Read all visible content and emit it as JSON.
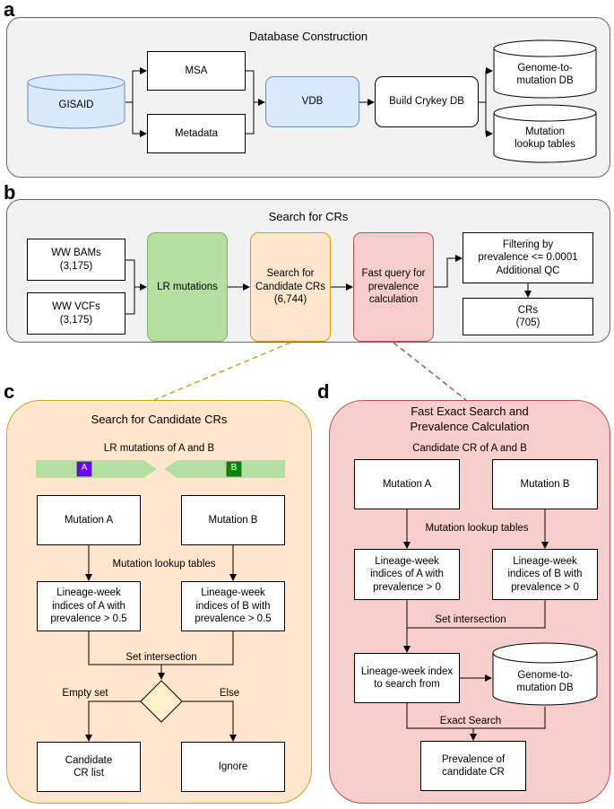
{
  "panel_a": {
    "letter": "a",
    "title": "Database Construction",
    "gisaid": "GISAID",
    "msa": "MSA",
    "metadata": "Metadata",
    "vdb": "VDB",
    "build": "Build Crykey DB",
    "genome_db": "Genome-to-\nmutation DB",
    "lookup": "Mutation\nlookup tables"
  },
  "panel_b": {
    "letter": "b",
    "title": "Search for CRs",
    "ww_bams": "WW BAMs\n(3,175)",
    "ww_vcfs": "WW VCFs\n(3,175)",
    "lr_mutations": "LR mutations",
    "search_candidates": "Search for\nCandidate CRs\n(6,744)",
    "fast_query": "Fast query for\nprevalence\ncalculation",
    "filtering": "Filtering by\nprevalence <= 0.0001\nAdditional QC",
    "crs": "CRs\n(705)"
  },
  "panel_c": {
    "letter": "c",
    "title": "Search for Candidate CRs",
    "lr_label": "LR mutations of A and B",
    "tag_a": "A",
    "tag_b": "B",
    "mutation_a": "Mutation A",
    "mutation_b": "Mutation B",
    "lookup_label": "Mutation lookup tables",
    "indices_a": "Lineage-week\nindices of A with\nprevalence > 0.5",
    "indices_b": "Lineage-week\nindices of B with\nprevalence > 0.5",
    "set_intersection": "Set intersection",
    "empty_set": "Empty set",
    "else": "Else",
    "candidate_list": "Candidate\nCR list",
    "ignore": "Ignore"
  },
  "panel_d": {
    "letter": "d",
    "title": "Fast Exact Search and\nPrevalence Calculation",
    "candidate_label": "Candidate CR of A and B",
    "mutation_a": "Mutation A",
    "mutation_b": "Mutation B",
    "lookup_label": "Mutation lookup tables",
    "indices_a": "Lineage-week\nindices of A with\nprevalence > 0",
    "indices_b": "Lineage-week\nindices of B with\nprevalence > 0",
    "set_intersection": "Set intersection",
    "lineage_index": "Lineage-week index\nto search from",
    "genome_db": "Genome-to-\nmutation DB",
    "exact_search": "Exact Search",
    "prevalence": "Prevalence of\ncandidate CR"
  },
  "colors": {
    "panel_gray": "#f2f2f2",
    "vdb_blue": "#dae8fc",
    "lr_green": "#b5dfa0",
    "search_orange": "#ffe6cc",
    "query_red": "#f8cecc",
    "panel_c_bg": "#ffe6cc",
    "panel_c_border": "#d6a020",
    "panel_d_bg": "#f8cecc",
    "panel_d_border": "#b85450",
    "tag_a": "#6a00ff",
    "tag_b": "#008a00",
    "diamond": "#fff2cc"
  }
}
